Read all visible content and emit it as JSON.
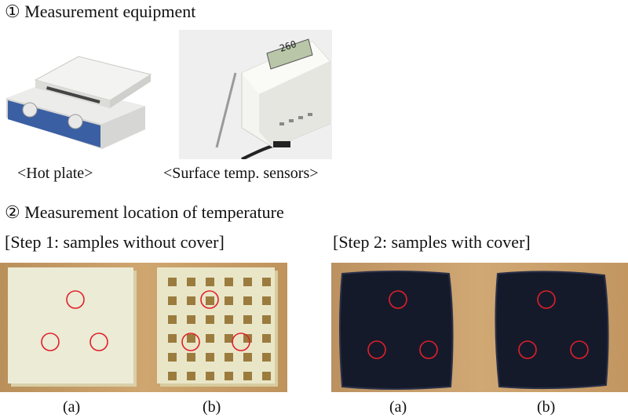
{
  "section1": {
    "number": "①",
    "title": "Measurement equipment"
  },
  "equipment": [
    {
      "caption": "<Hot plate>"
    },
    {
      "caption": "<Surface temp. sensors>",
      "display_reading": "260"
    }
  ],
  "section2": {
    "number": "②",
    "title": "Measurement location of temperature"
  },
  "step1": {
    "heading": "[Step 1: samples without cover]",
    "samples": [
      {
        "label": "(a)"
      },
      {
        "label": "(b)"
      }
    ]
  },
  "step2": {
    "heading": "[Step 2: samples with cover]",
    "samples": [
      {
        "label": "(a)"
      },
      {
        "label": "(b)"
      }
    ]
  },
  "colors": {
    "marker": "#e0202a",
    "wood": "#c9a06a",
    "foam": "#ece8d2",
    "cover": "#151a2b"
  }
}
